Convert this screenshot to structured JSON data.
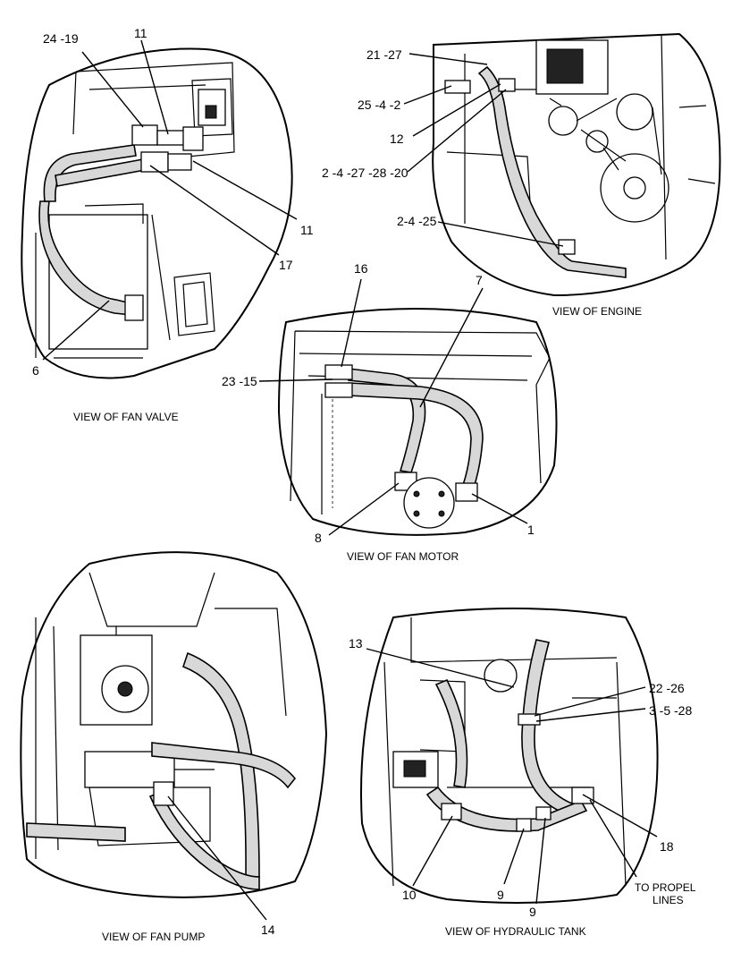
{
  "views": {
    "fan_valve": {
      "caption": "VIEW OF FAN VALVE",
      "callouts": [
        "24 -19",
        "11",
        "11",
        "17",
        "6"
      ]
    },
    "engine": {
      "caption": "VIEW OF ENGINE",
      "callouts": [
        "21 -27",
        "25 -4 -2",
        "12",
        "2 -4 -27 -28 -20",
        "2-4 -25"
      ]
    },
    "fan_motor": {
      "caption": "VIEW OF FAN MOTOR",
      "callouts": [
        "16",
        "7",
        "23 -15",
        "8",
        "1"
      ]
    },
    "fan_pump": {
      "caption": "VIEW OF FAN PUMP",
      "callouts": [
        "14"
      ]
    },
    "hydraulic_tank": {
      "caption": "VIEW OF HYDRAULIC TANK",
      "callouts": [
        "13",
        "22 -26",
        "3 -5 -28",
        "18",
        "10",
        "9",
        "9",
        "TO PROPEL",
        "LINES"
      ]
    }
  }
}
